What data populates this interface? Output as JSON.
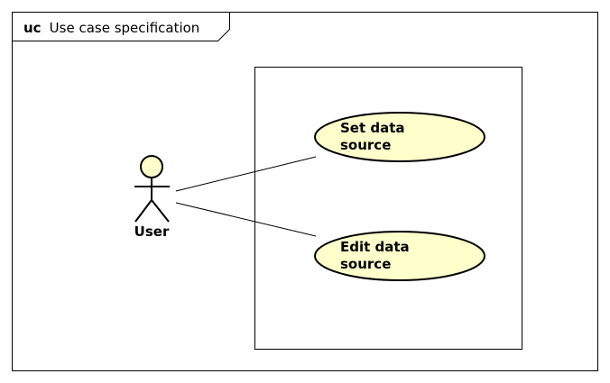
{
  "frame": {
    "keyword": "uc",
    "title": "Use case specification"
  },
  "actor": {
    "name": "User"
  },
  "use_cases": [
    {
      "line1": "Set data",
      "line2": "source"
    },
    {
      "line1": "Edit data",
      "line2": "source"
    }
  ],
  "colors": {
    "use_case_fill": "#ffffcc",
    "actor_fill": "#ffffcc",
    "stroke": "#000000",
    "background": "#ffffff"
  }
}
